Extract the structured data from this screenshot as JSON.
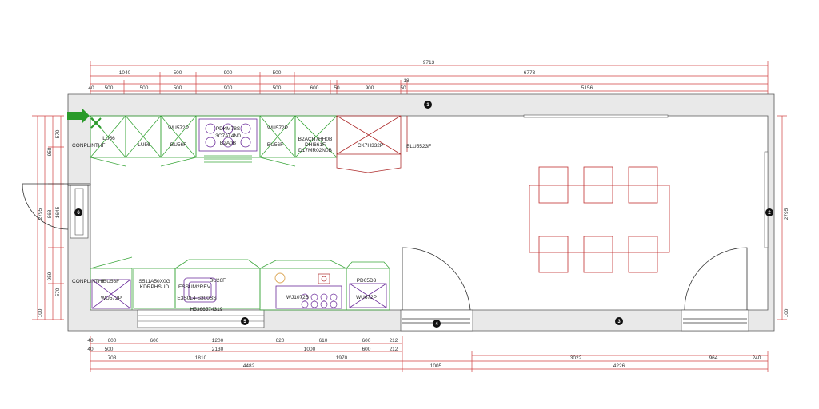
{
  "colors": {
    "wall": "#e9e9e9",
    "wall_stroke": "#555555",
    "dimension": "#d04040",
    "cabinet": "#3aa63a",
    "appliance": "#6a2a9a",
    "furniture": "#c03030",
    "marker": "#111111",
    "arrow": "#2a9a2a"
  },
  "dimensions": {
    "top_row1": [
      "9713"
    ],
    "top_row2": [
      "1040",
      "500",
      "900",
      "500",
      "6773"
    ],
    "top_row3": [
      "40",
      "500",
      "500",
      "500",
      "900",
      "500",
      "600",
      "50",
      "900",
      "50",
      "5156"
    ],
    "top_extra": "18",
    "bottom_row1": [
      "40",
      "600",
      "600",
      "1200",
      "620",
      "610",
      "600",
      "212"
    ],
    "bottom_row2": [
      "40",
      "500",
      "2130",
      "1000",
      "600",
      "212"
    ],
    "bottom_row3": [
      "703",
      "1810",
      "1970",
      "3022",
      "964",
      "240"
    ],
    "bottom_row4": [
      "4482",
      "1005",
      "4226"
    ],
    "left": [
      "570",
      "958",
      "1645",
      "2795",
      "868",
      "959",
      "570",
      "100"
    ],
    "right": [
      "2795",
      "100"
    ]
  },
  "markers": [
    "1",
    "2",
    "3",
    "4",
    "5",
    "6"
  ],
  "labels": {
    "top": [
      "LU56",
      "LU56",
      "WU572P",
      "BU56F",
      "WU572P",
      "BU56F",
      "B2ACH7HH0B",
      "DHI661F",
      "D17MR02N0B",
      "CK7H332P",
      "BLU5523F",
      "CONPLINTHF"
    ],
    "hob": [
      "PDKM78S",
      "3C7AT4N0",
      "B2A0B"
    ],
    "bottom": [
      "CONPLINTHF",
      "BU56F",
      "WU572P",
      "S511A50X0G",
      "KDRPHSUD",
      "ESSUM2REV",
      "BU26F",
      "E3S0L4-S300BS",
      "H5366574319",
      "WJ1072B",
      "WU672P",
      "PD65D3"
    ]
  }
}
